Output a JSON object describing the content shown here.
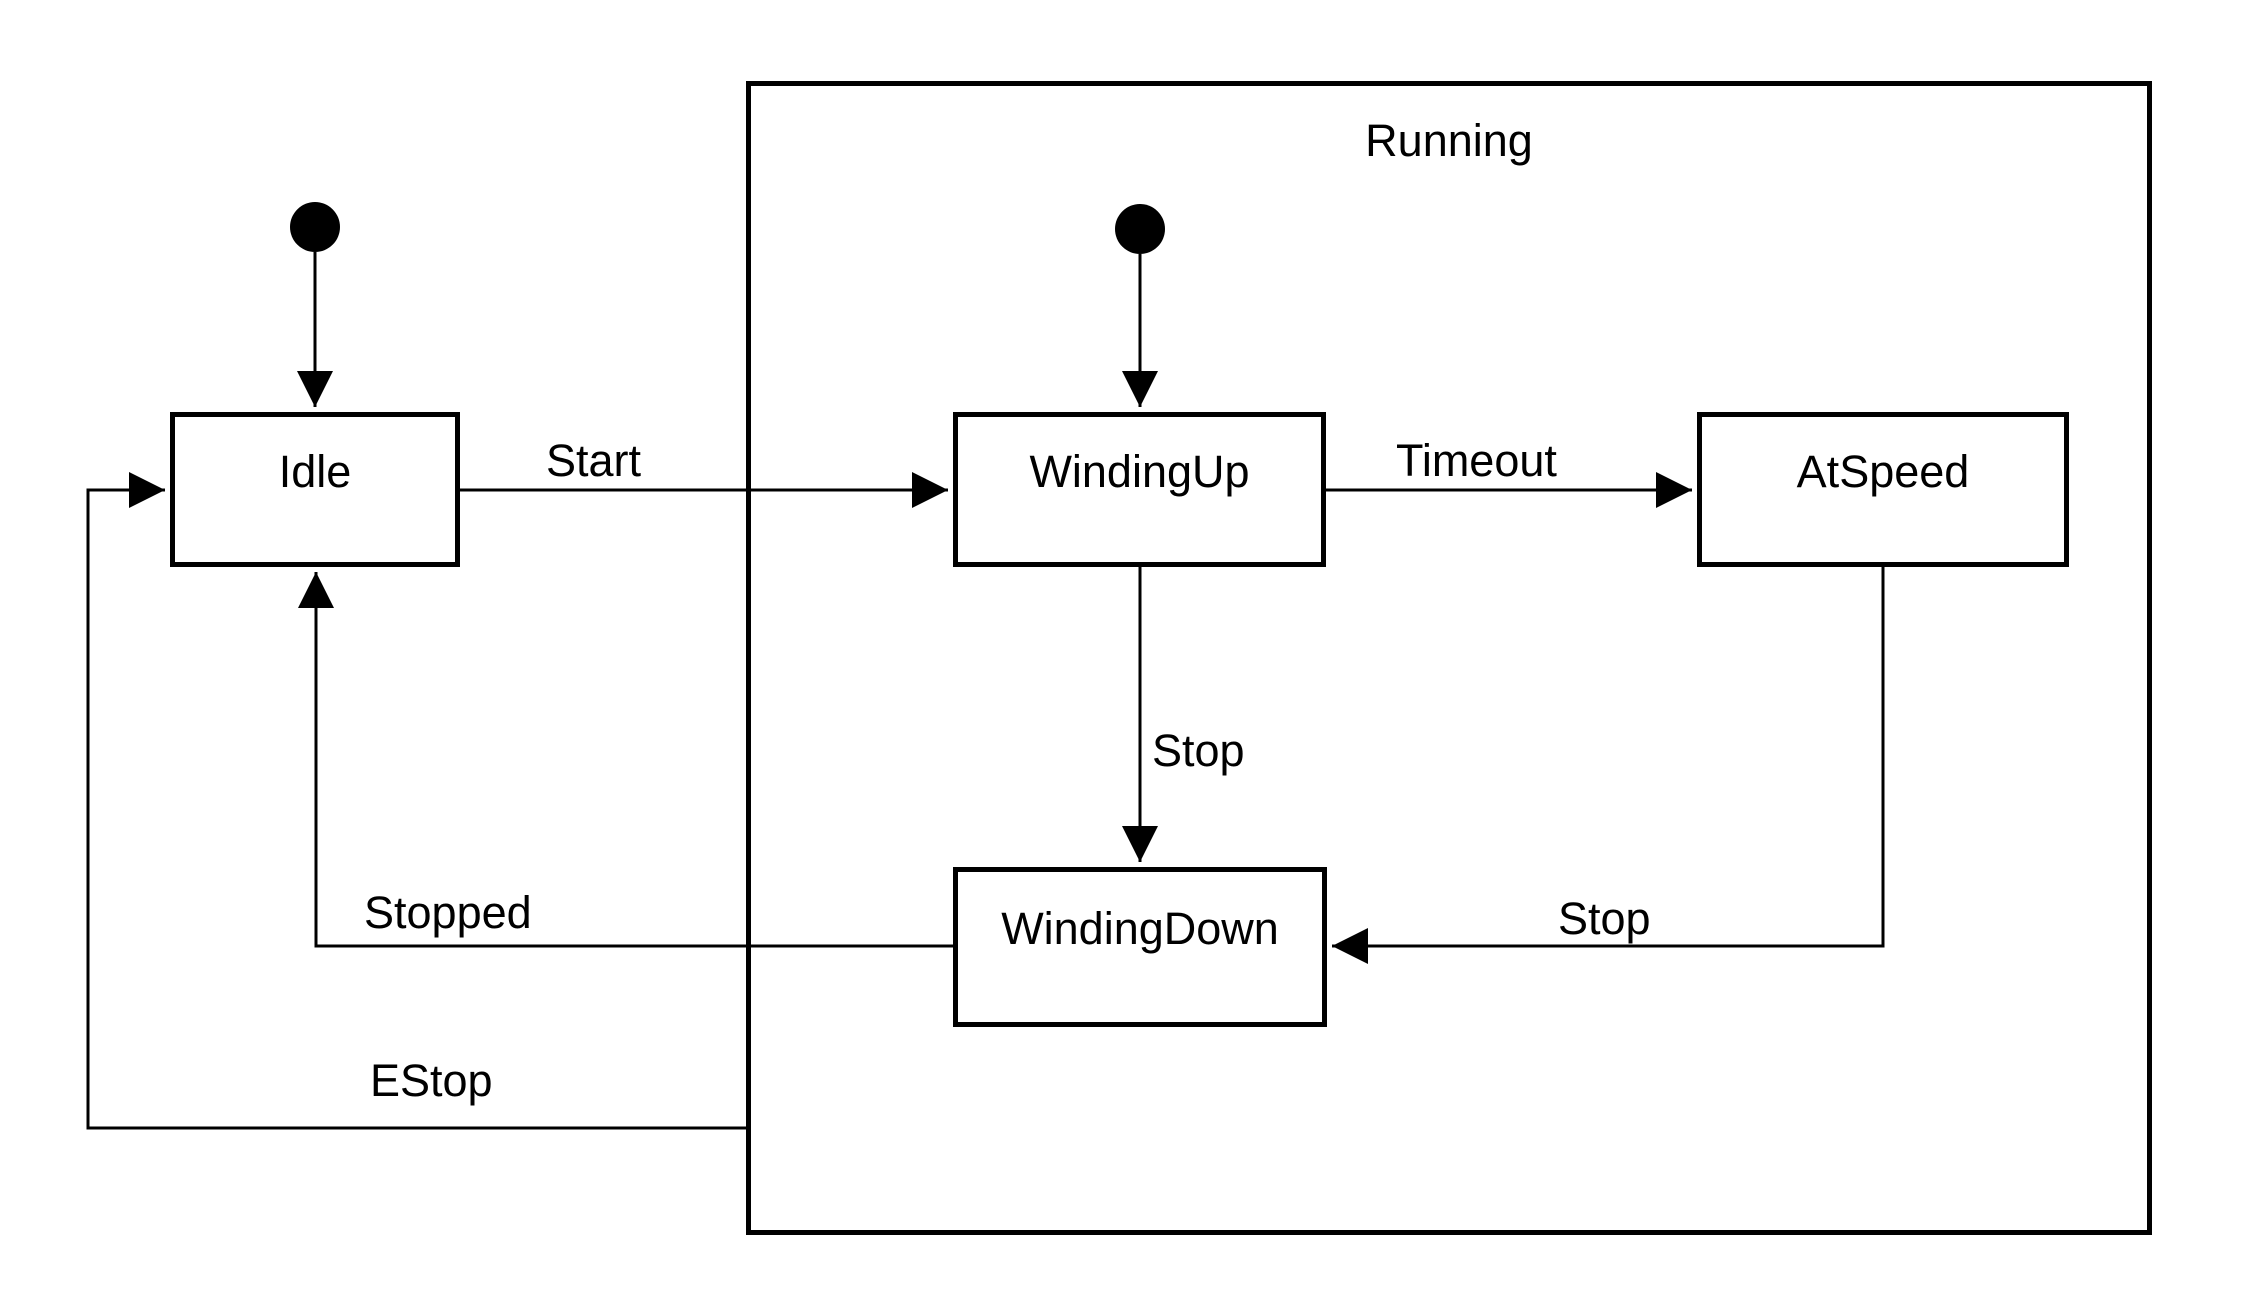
{
  "diagram": {
    "composite_state": {
      "label": "Running"
    },
    "states": {
      "idle": {
        "label": "Idle"
      },
      "winding_up": {
        "label": "WindingUp"
      },
      "at_speed": {
        "label": "AtSpeed"
      },
      "winding_down": {
        "label": "WindingDown"
      }
    },
    "transitions": {
      "start": {
        "label": "Start",
        "from": "Idle",
        "to": "WindingUp"
      },
      "timeout": {
        "label": "Timeout",
        "from": "WindingUp",
        "to": "AtSpeed"
      },
      "stop_from_winding_up": {
        "label": "Stop",
        "from": "WindingUp",
        "to": "WindingDown"
      },
      "stop_from_at_speed": {
        "label": "Stop",
        "from": "AtSpeed",
        "to": "WindingDown"
      },
      "stopped": {
        "label": "Stopped",
        "from": "WindingDown",
        "to": "Idle"
      },
      "estop": {
        "label": "EStop",
        "from": "Running",
        "to": "Idle"
      }
    },
    "colors": {
      "stroke": "#000000",
      "background": "#ffffff"
    }
  }
}
